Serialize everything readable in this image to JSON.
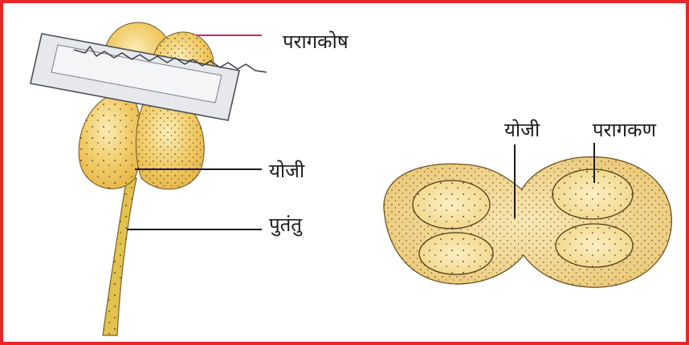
{
  "labels": {
    "anther": "परागकोष",
    "connective_left": "योजी",
    "filament": "पुतंतु",
    "connective_right": "योजी",
    "pollen_grain": "परागकण"
  },
  "colors": {
    "frame": "#e8262a",
    "anther_fill": "#f2cd6a",
    "anther_light": "#f8e6a8",
    "section_fill": "#f3dca0",
    "anther_pointer": "#d6246b",
    "pointer": "#1a1a1a",
    "blade": "#e6e8ec"
  }
}
